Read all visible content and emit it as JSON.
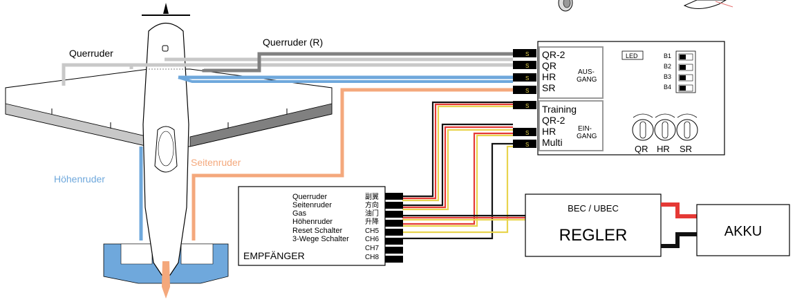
{
  "labels": {
    "querruder_left": "Querruder",
    "querruder_right": "Querruder (R)",
    "hoehenruder": "Höhenruder",
    "seitenruder": "Seitenruder"
  },
  "gyro": {
    "outputs": [
      "QR-2",
      "QR",
      "HR",
      "SR"
    ],
    "output_label_1": "AUS-",
    "output_label_2": "GANG",
    "inputs": [
      "Training",
      "QR-2",
      "HR",
      "Multi"
    ],
    "input_label_1": "EIN-",
    "input_label_2": "GANG",
    "led": "LED",
    "switches": [
      "B1",
      "B2",
      "B3",
      "B4"
    ],
    "pots": [
      "QR",
      "HR",
      "SR"
    ],
    "signal_mark": "S"
  },
  "receiver": {
    "title": "EMPFÄNGER",
    "channels": [
      {
        "label": "Querruder",
        "code": "副翼"
      },
      {
        "label": "Seitenruder",
        "code": "方向"
      },
      {
        "label": "Gas",
        "code": "油门"
      },
      {
        "label": "Höhenruder",
        "code": "升降"
      },
      {
        "label": "Reset Schalter",
        "code": "CH5"
      },
      {
        "label": "3-Wege Schalter",
        "code": "CH6"
      },
      {
        "label": "",
        "code": "CH7"
      },
      {
        "label": "",
        "code": "CH8"
      }
    ]
  },
  "esc": {
    "subtitle": "BEC / UBEC",
    "title": "REGLER"
  },
  "battery": {
    "title": "AKKU"
  },
  "colors": {
    "querruder_left": "#c8c8c8",
    "querruder_right": "#808080",
    "hoehenruder": "#6fa8dc",
    "seitenruder": "#f4a87c",
    "tail": "#6fa8dc",
    "plug": "#000000",
    "signal_text": "#e8d44d",
    "power_red": "#e53935",
    "power_black": "#111111"
  }
}
